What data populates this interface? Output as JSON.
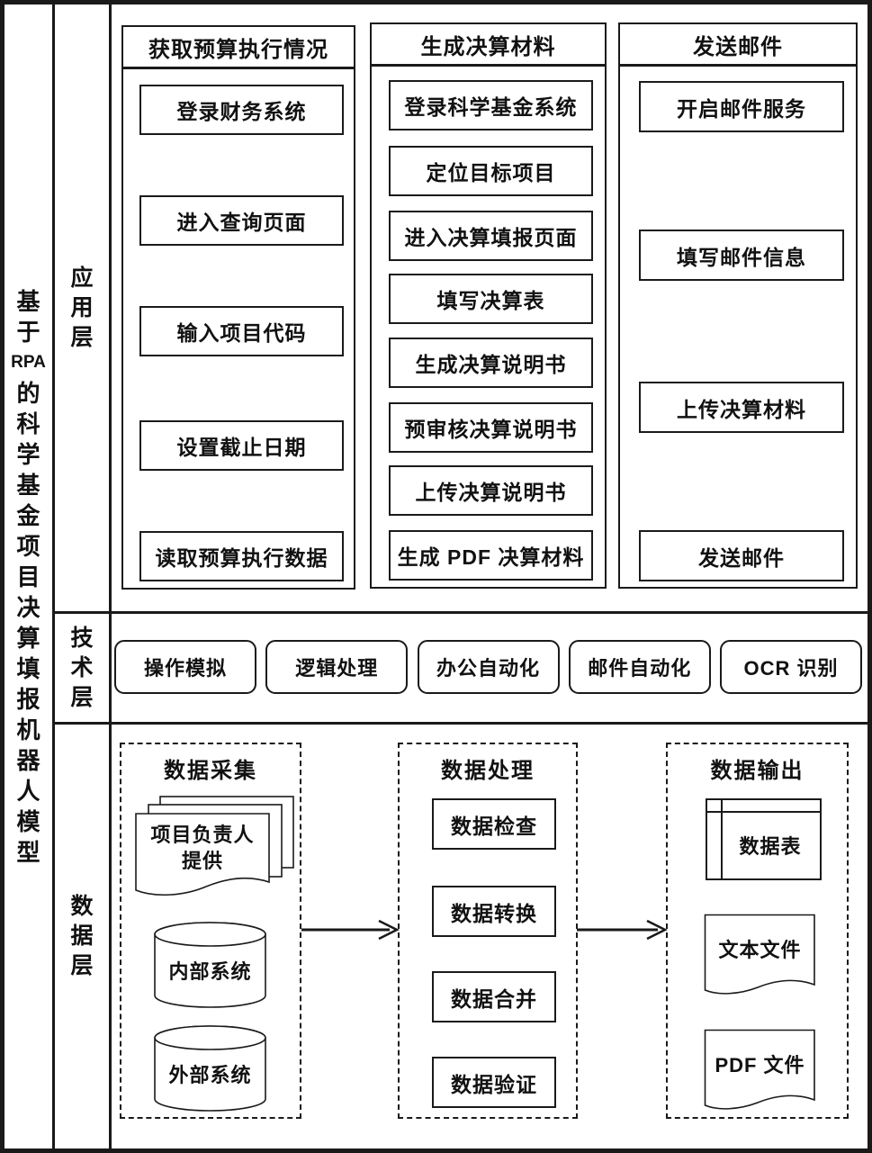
{
  "model_title": "基于RPA的科学基金项目决算填报机器人模型",
  "model_title_segments": [
    "基",
    "于",
    "RPA",
    "的",
    "科",
    "学",
    "基",
    "金",
    "项",
    "目",
    "决",
    "算",
    "填",
    "报",
    "机",
    "器",
    "人",
    "模",
    "型"
  ],
  "layers": [
    {
      "id": "application",
      "label": "应用层"
    },
    {
      "id": "technology",
      "label": "技术层"
    },
    {
      "id": "data",
      "label": "数据层"
    }
  ],
  "application_layer": {
    "columns": [
      {
        "header": "获取预算执行情况",
        "steps": [
          "登录财务系统",
          "进入查询页面",
          "输入项目代码",
          "设置截止日期",
          "读取预算执行数据"
        ]
      },
      {
        "header": "生成决算材料",
        "steps": [
          "登录科学基金系统",
          "定位目标项目",
          "进入决算填报页面",
          "填写决算表",
          "生成决算说明书",
          "预审核决算说明书",
          "上传决算说明书",
          "生成 PDF 决算材料"
        ]
      },
      {
        "header": "发送邮件",
        "steps": [
          "开启邮件服务",
          "填写邮件信息",
          "上传决算材料",
          "发送邮件"
        ]
      }
    ]
  },
  "technology_layer": {
    "items": [
      "操作模拟",
      "逻辑处理",
      "办公自动化",
      "邮件自动化",
      "OCR 识别"
    ]
  },
  "data_layer": {
    "groups": [
      {
        "header": "数据采集",
        "document_stack_label": "项目负责人\n提供",
        "databases": [
          "内部系统",
          "外部系统"
        ]
      },
      {
        "header": "数据处理",
        "steps": [
          "数据检查",
          "数据转换",
          "数据合并",
          "数据验证"
        ]
      },
      {
        "header": "数据输出",
        "table_label": "数据表",
        "documents": [
          "文本文件",
          "PDF 文件"
        ]
      }
    ]
  },
  "colors": {
    "line": "#1a1a1a",
    "background": "#ffffff"
  }
}
